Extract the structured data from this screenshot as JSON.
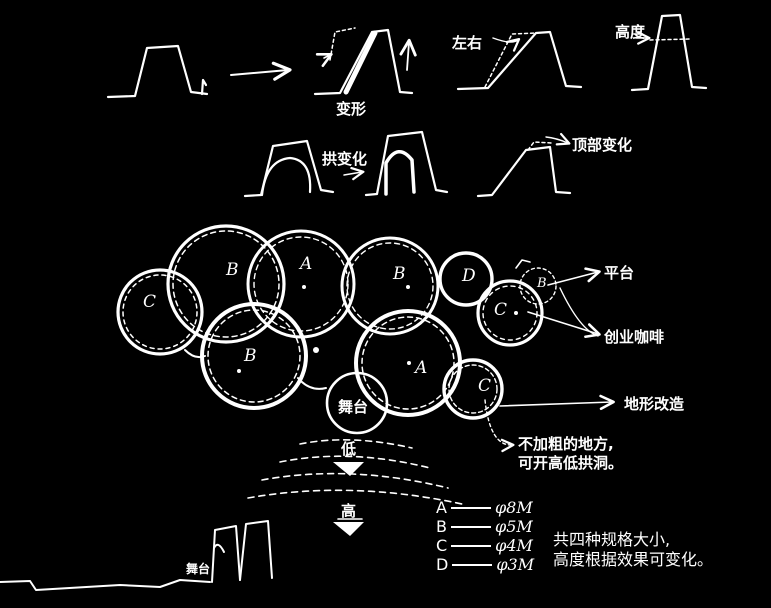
{
  "labels": {
    "deform": "变形",
    "left_right": "左右",
    "height_v": "高度",
    "arch_change": "拱变化",
    "top_change": "顶部变化",
    "platform": "平台",
    "startup_cafe": "创业咖啡",
    "stage": "舞台",
    "terrain": "地形改造",
    "low": "低",
    "high": "高",
    "stage_small": "舞台",
    "note_arch": [
      "不加粗的地方,",
      "可开高低拱洞。"
    ]
  },
  "circle_letters": {
    "c_left": "C",
    "b_top": "B",
    "a_top": "A",
    "b_mid": "B",
    "d": "D",
    "b_right": "B",
    "c_right": "C",
    "b_low": "B",
    "a_low": "A",
    "c_low": "C"
  },
  "legend": [
    {
      "type": "A",
      "size": "φ8M"
    },
    {
      "type": "B",
      "size": "φ5M"
    },
    {
      "type": "C",
      "size": "φ4M"
    },
    {
      "type": "D",
      "size": "φ3M"
    }
  ],
  "legend_note": [
    "共四种规格大小,",
    "高度根据效果可变化。"
  ],
  "colors": {
    "background": "#000000",
    "stroke": "#ffffff"
  }
}
